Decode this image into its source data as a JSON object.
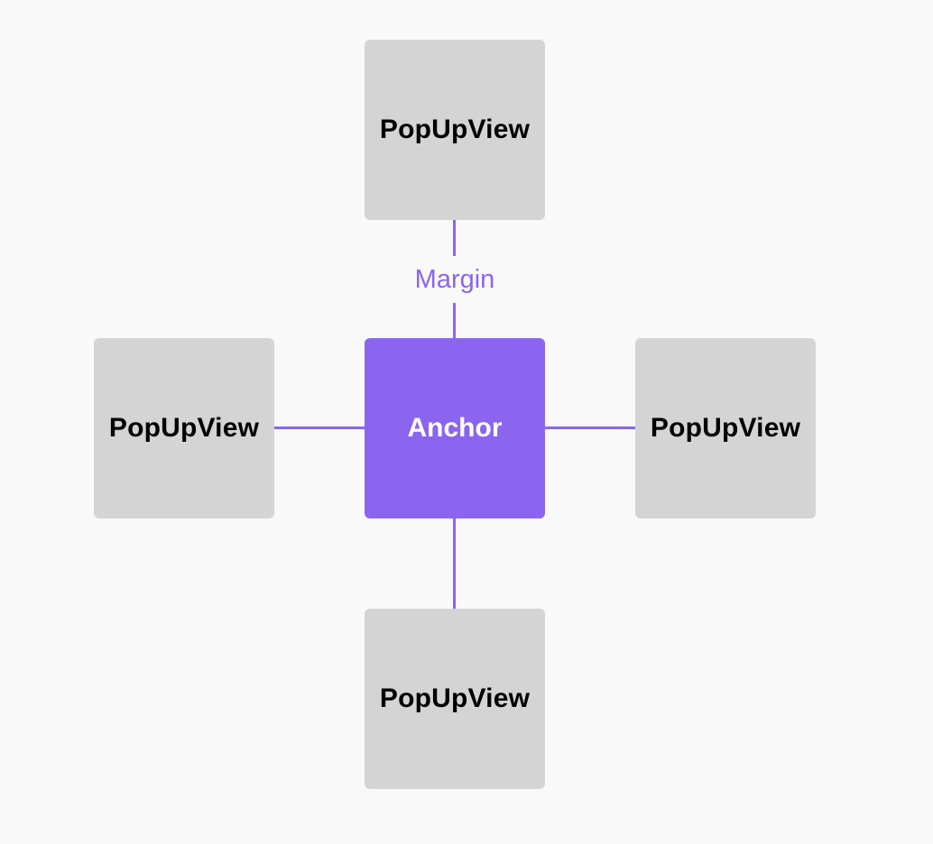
{
  "colors": {
    "background": "#f9f9f9",
    "popup_fill": "#d4d4d4",
    "anchor_fill": "#8b65ef",
    "connector": "#8b65ef"
  },
  "anchor": {
    "label": "Anchor"
  },
  "popups": {
    "top": {
      "label": "PopUpView"
    },
    "left": {
      "label": "PopUpView"
    },
    "right": {
      "label": "PopUpView"
    },
    "bottom": {
      "label": "PopUpView"
    }
  },
  "margin": {
    "label": "Margin"
  }
}
